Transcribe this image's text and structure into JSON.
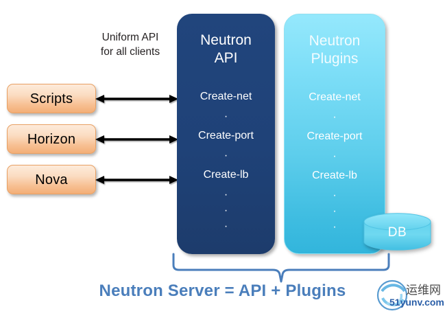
{
  "diagram": {
    "title_caption": "Neutron Server = API + Plugins",
    "uniform_api_note": "Uniform API\nfor all clients",
    "uniform_api_line1": "Uniform API",
    "uniform_api_line2": "for all clients"
  },
  "clients": [
    {
      "label": "Scripts",
      "arrow": "double-headed-arrow"
    },
    {
      "label": "Horizon",
      "arrow": "double-headed-arrow"
    },
    {
      "label": "Nova",
      "arrow": "double-headed-arrow"
    }
  ],
  "stacks": [
    {
      "id": "neutron-api",
      "title_line1": "Neutron",
      "title_line2": "API",
      "items": [
        "Create-net",
        "·",
        "Create-port",
        "·",
        "Create-lb",
        "·",
        "·",
        "·"
      ]
    },
    {
      "id": "neutron-plugins",
      "title_line1": "Neutron",
      "title_line2": "Plugins",
      "items": [
        "Create-net",
        "·",
        "Create-port",
        "·",
        "Create-lb",
        "·",
        "·",
        "·"
      ]
    }
  ],
  "database": {
    "label": "DB",
    "icon": "database-cylinder-icon"
  },
  "watermark": {
    "chinese": "运维网",
    "domain": "51yunv.com",
    "icon": "swirl-logo-icon"
  },
  "colors": {
    "api_box": "#1F4278",
    "plugins_box_top": "#95E8FC",
    "plugins_box_bottom": "#32B5DC",
    "client_box_top": "#FDEBDB",
    "client_box_bottom": "#F3AE76",
    "caption_blue": "#4A7EBB",
    "brace_blue": "#4A7EBB",
    "arrow_black": "#000000"
  }
}
